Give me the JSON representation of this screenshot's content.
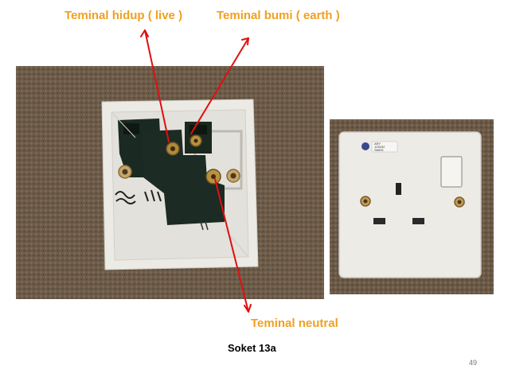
{
  "labels": {
    "live": "Teminal hidup ( live )",
    "earth": "Teminal bumi ( earth )",
    "neutral": "Teminal neutral"
  },
  "caption": "Soket 13a",
  "page_number": "49",
  "socket_front_markings": [
    "ARY",
    "125202",
    "SMDS"
  ],
  "colors": {
    "label_text": "#f0a020",
    "arrow": "#e01010",
    "carpet": "#6b5a48",
    "plate": "#ecebe6"
  }
}
